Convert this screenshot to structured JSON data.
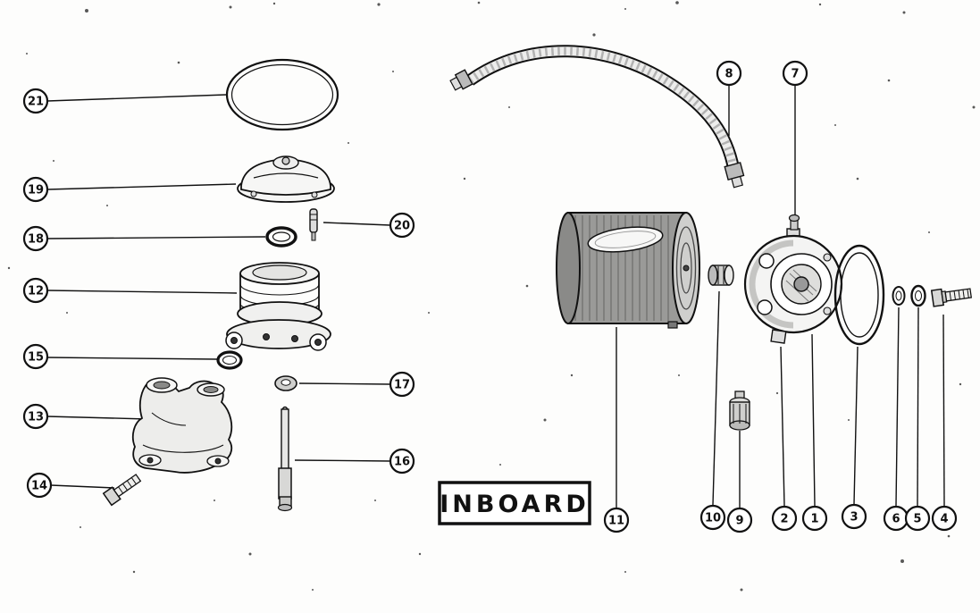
{
  "diagram": {
    "inboard_label": "INBOARD",
    "callouts": [
      {
        "num": "21"
      },
      {
        "num": "19"
      },
      {
        "num": "18"
      },
      {
        "num": "20"
      },
      {
        "num": "12"
      },
      {
        "num": "15"
      },
      {
        "num": "17"
      },
      {
        "num": "13"
      },
      {
        "num": "16"
      },
      {
        "num": "14"
      },
      {
        "num": "8"
      },
      {
        "num": "7"
      },
      {
        "num": "11"
      },
      {
        "num": "10"
      },
      {
        "num": "9"
      },
      {
        "num": "2"
      },
      {
        "num": "1"
      },
      {
        "num": "3"
      },
      {
        "num": "6"
      },
      {
        "num": "5"
      },
      {
        "num": "4"
      }
    ],
    "colors": {
      "ink": "#111111",
      "paper": "#fdfdfc",
      "shade_dark": "#8f8f8f",
      "shade_light": "#e8e8e8"
    }
  }
}
